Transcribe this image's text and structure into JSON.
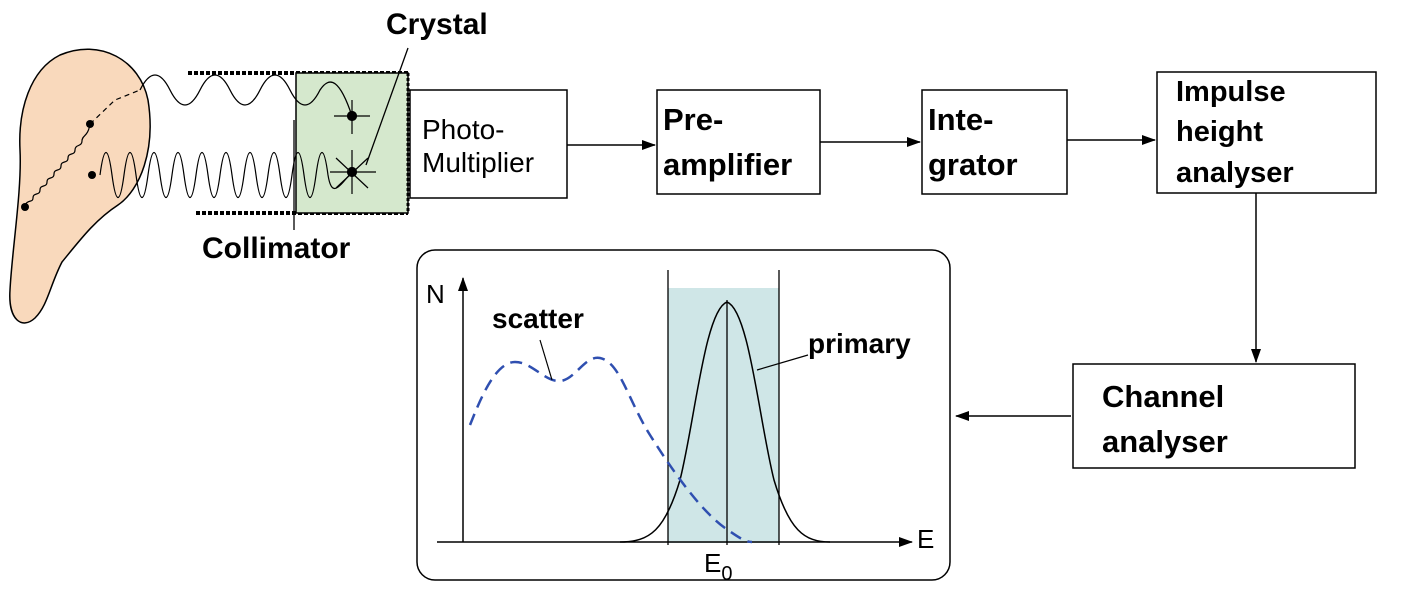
{
  "labels": {
    "crystal": "Crystal",
    "collimator": "Collimator"
  },
  "blocks": {
    "photomultiplier": [
      "Photo-",
      "Multiplier"
    ],
    "preamplifier": [
      "Pre-",
      "amplifier"
    ],
    "integrator": [
      "Inte-",
      "grator"
    ],
    "impulse_height_analyser": [
      "Impulse",
      "height",
      "analyser"
    ],
    "channel_analyser": [
      "Channel",
      "analyser"
    ]
  },
  "spectrum": {
    "y_axis_label": "N",
    "x_axis_label": "E",
    "scatter_label": "scatter",
    "primary_label": "primary",
    "peak_energy_label": "E",
    "peak_energy_subscript": "0"
  },
  "colors": {
    "head": "#f9d9bc",
    "crystal": "#d5e8cd",
    "energy_window": "#cfe6e7",
    "scatter_curve": "#2f4fb0"
  }
}
